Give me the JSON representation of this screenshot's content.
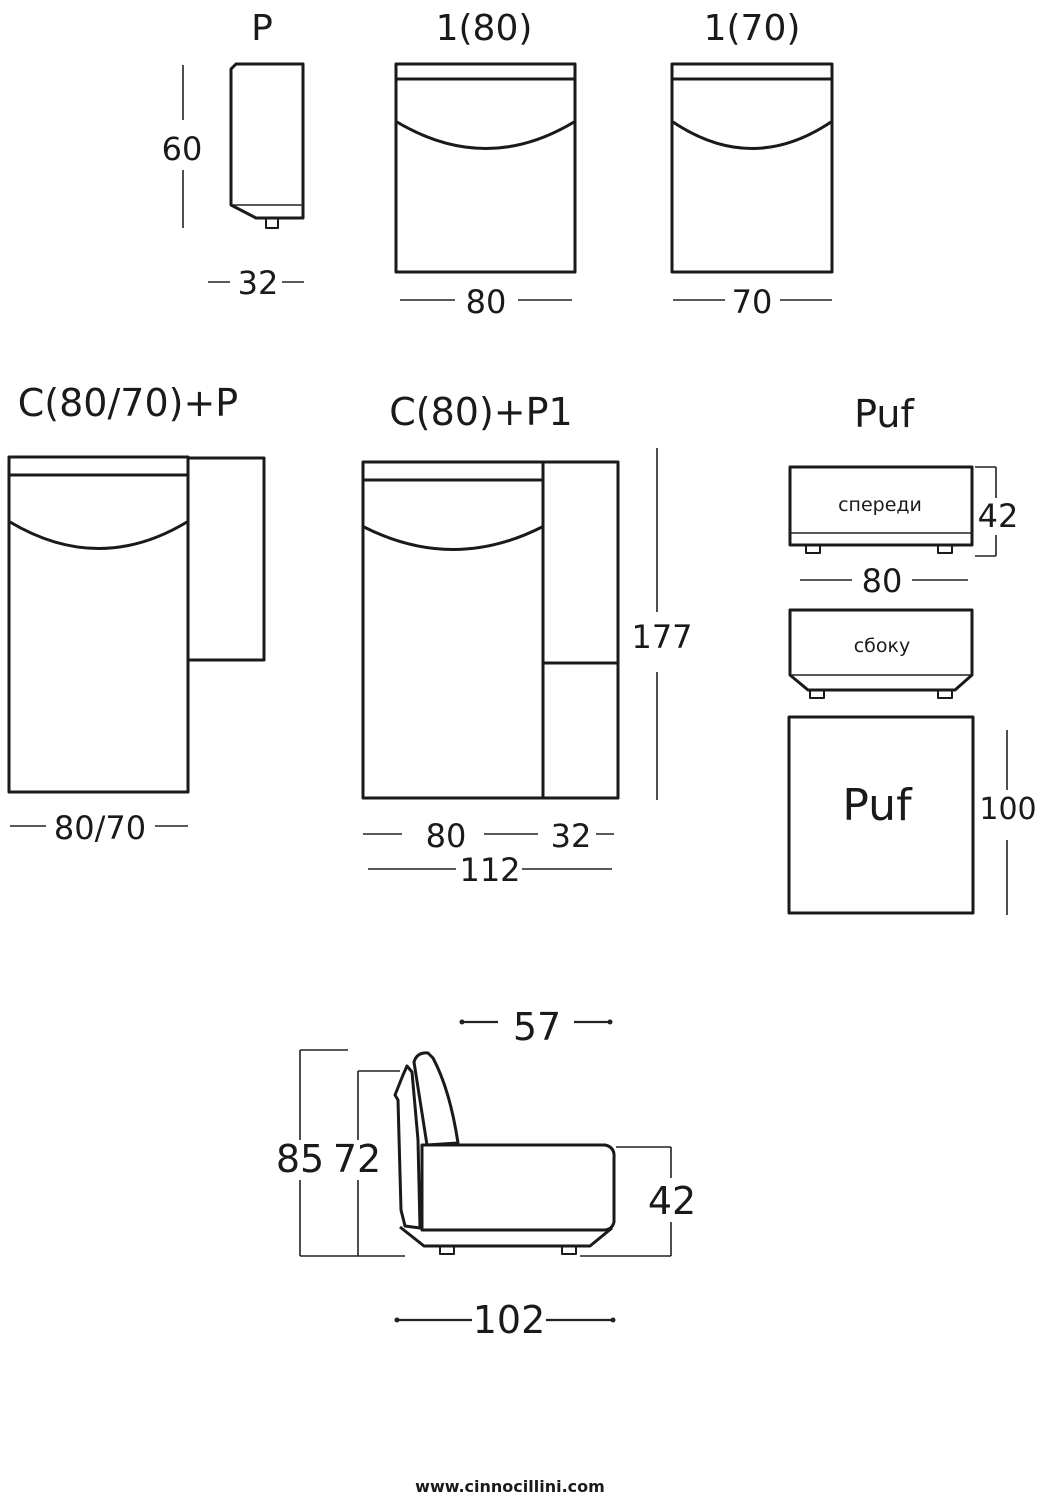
{
  "modules": {
    "p": {
      "title": "P",
      "depth": "60",
      "width": "32"
    },
    "m180": {
      "title": "1(80)",
      "width": "80"
    },
    "m170": {
      "title": "1(70)",
      "width": "70"
    },
    "c8070p": {
      "title": "C(80/70)+P",
      "width": "80/70"
    },
    "c80p1": {
      "title": "C(80)+P1",
      "depth": "177",
      "width_seat": "80",
      "width_arm": "32",
      "width_total": "112"
    },
    "puf": {
      "title": "Puf",
      "front_label": "спереди",
      "front_height": "42",
      "front_width": "80",
      "side_label": "сбоку",
      "top_label": "Puf",
      "top_depth": "100"
    }
  },
  "side_view": {
    "seat_depth": "57",
    "height_total": "85",
    "height_arm": "72",
    "height_seat": "42",
    "depth_total": "102"
  },
  "footer": {
    "url": "www.cinnocillini.com"
  }
}
